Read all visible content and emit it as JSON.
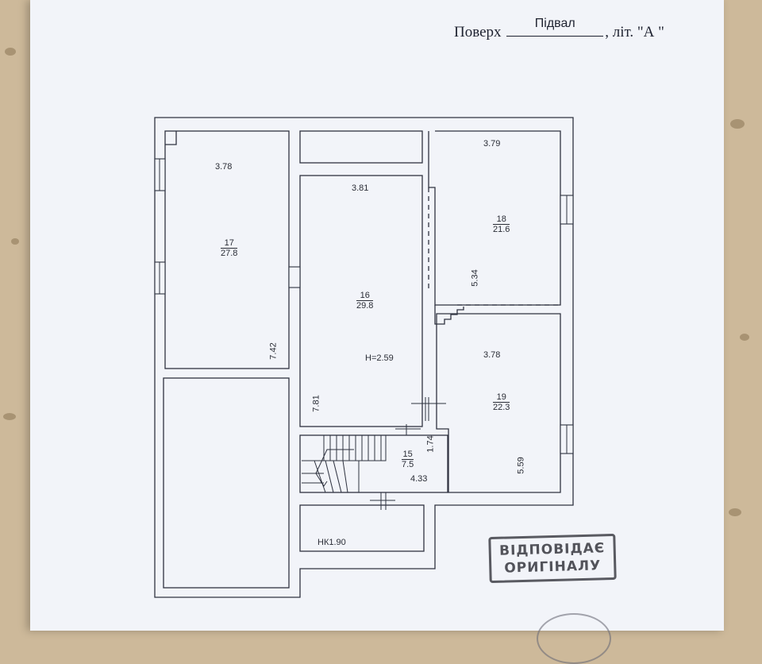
{
  "header": {
    "floor_label": "Поверх",
    "floor_value": "Підвал",
    "letter_label": ", літ. \"А \""
  },
  "plan": {
    "rooms": [
      {
        "number": "17",
        "area": "27.8",
        "width": "3.78",
        "length": "7.42"
      },
      {
        "number": "16",
        "area": "29.8",
        "width": "3.81",
        "length": "7.81",
        "height": "H=2.59"
      },
      {
        "number": "18",
        "area": "21.6",
        "width": "3.79",
        "length": "5.34"
      },
      {
        "number": "19",
        "area": "22.3",
        "width": "3.78",
        "length": "5.59"
      },
      {
        "number": "15",
        "area": "7.5",
        "width": "4.33",
        "length": "1.74"
      }
    ],
    "niche_label": "НК1.90"
  },
  "stamp": {
    "line1": "ВІДПОВІДАЄ",
    "line2": "ОРИГІНАЛУ"
  }
}
